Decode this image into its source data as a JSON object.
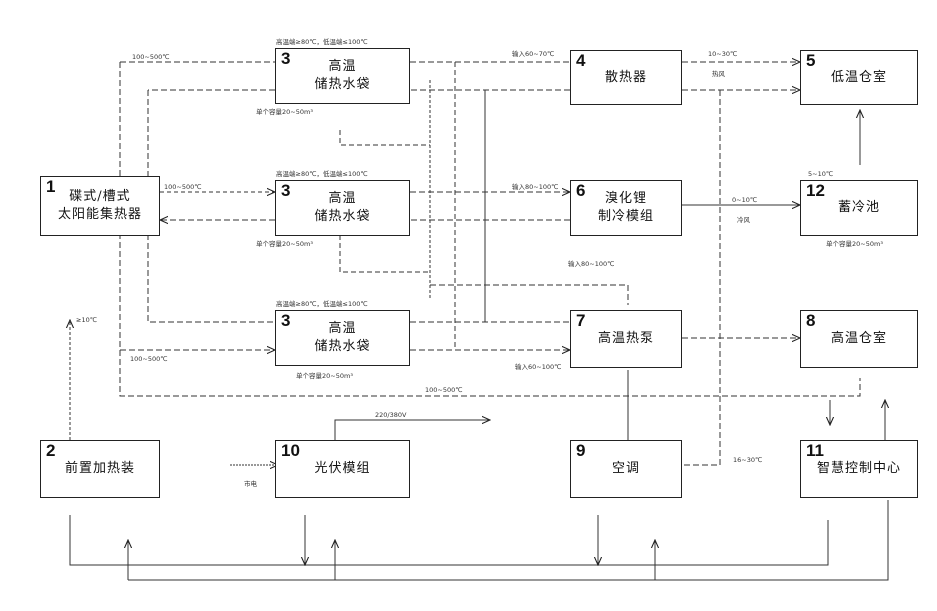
{
  "blocks": {
    "b1": {
      "num": "1",
      "line1": "碟式/槽式",
      "line2": "太阳能集热器"
    },
    "b2": {
      "num": "2",
      "line1": "前置加热装"
    },
    "b3a": {
      "num": "3",
      "line1": "高温",
      "line2": "储热水袋",
      "top_note": "高温端≥80℃，低温端≤100℃",
      "bottom_note": "单个容量20~50m³"
    },
    "b3b": {
      "num": "3",
      "line1": "高温",
      "line2": "储热水袋",
      "top_note": "高温端≥80℃，低温端≤100℃",
      "bottom_note": "单个容量20~50m³"
    },
    "b3c": {
      "num": "3",
      "line1": "高温",
      "line2": "储热水袋",
      "top_note": "高温端≥80℃，低温端≤100℃",
      "bottom_note": "单个容量20~50m³"
    },
    "b4": {
      "num": "4",
      "line1": "散热器"
    },
    "b5": {
      "num": "5",
      "line1": "低温仓室"
    },
    "b6": {
      "num": "6",
      "line1": "溴化锂",
      "line2": "制冷模组"
    },
    "b7": {
      "num": "7",
      "line1": "高温热泵"
    },
    "b8": {
      "num": "8",
      "line1": "高温仓室"
    },
    "b9": {
      "num": "9",
      "line1": "空调"
    },
    "b10": {
      "num": "10",
      "line1": "光伏模组"
    },
    "b11": {
      "num": "11",
      "line1": "智慧控制中心"
    },
    "b12": {
      "num": "12",
      "line1": "蓄冷池",
      "top_note": "5~10℃",
      "bottom_note": "单个容量20~50m³"
    }
  },
  "labels": {
    "top_feed": "100~500℃",
    "mid_feed": "100~500℃",
    "low_feed": "100~500℃",
    "bottom_return": "100~500℃",
    "b4_in": "输入60~70℃",
    "b4_out_temp": "10~30℃",
    "b4_out_medium": "热风",
    "b6_in": "输入80~100℃",
    "b6_out_temp": "0~10℃",
    "b6_out_medium": "冷风",
    "b7_in_top": "输入80~100℃",
    "b7_in_bottom": "输入60~100℃",
    "b2_up": "≥10℃",
    "mains": "市电",
    "pv_out": "220/380V",
    "ac_out": "16~30℃"
  }
}
